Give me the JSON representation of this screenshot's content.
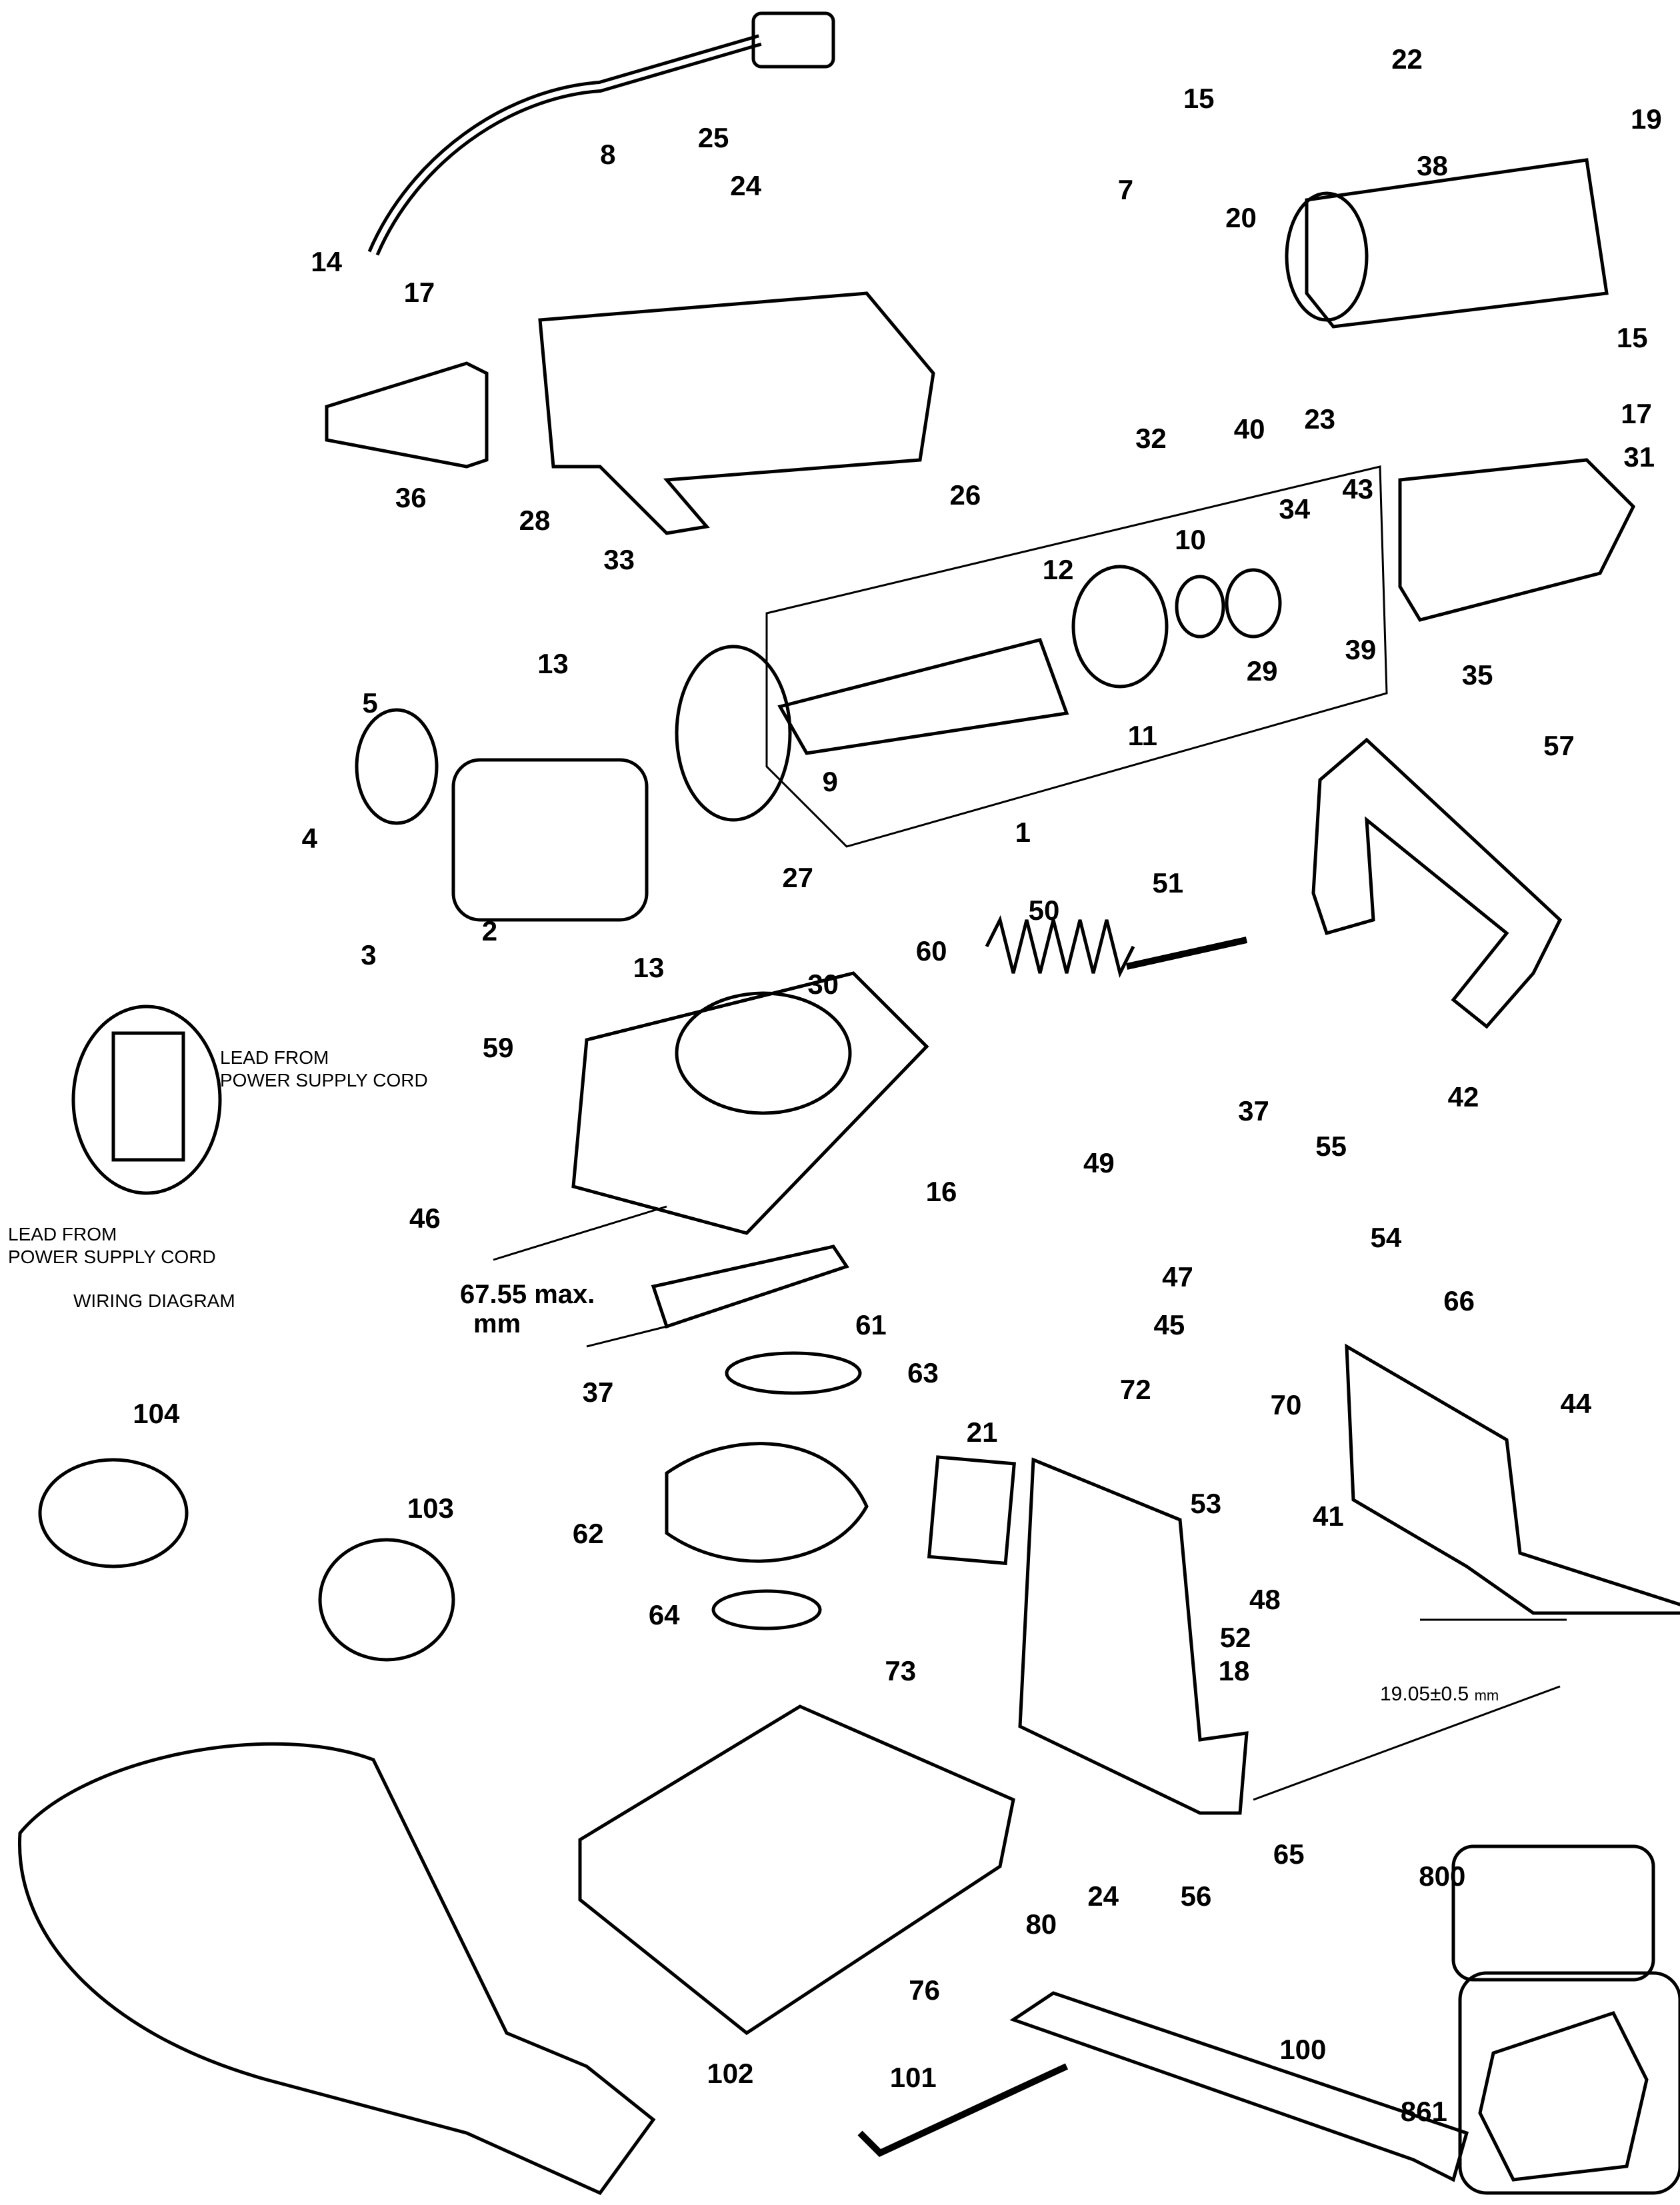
{
  "parts": [
    "8",
    "25",
    "24",
    "14",
    "17",
    "36",
    "28",
    "7",
    "20",
    "15",
    "22",
    "38",
    "19",
    "15",
    "17",
    "23",
    "40",
    "32",
    "31",
    "26",
    "33",
    "34",
    "43",
    "10",
    "12",
    "29",
    "39",
    "35",
    "13",
    "5",
    "9",
    "11",
    "1",
    "27",
    "57",
    "4",
    "2",
    "13",
    "3",
    "60",
    "50",
    "51",
    "30",
    "59",
    "46",
    "16",
    "42",
    "37",
    "55",
    "49",
    "54",
    "47",
    "45",
    "66",
    "61",
    "37",
    "63",
    "72",
    "70",
    "44",
    "104",
    "21",
    "103",
    "62",
    "53",
    "41",
    "64",
    "48",
    "52",
    "18",
    "73",
    "65",
    "24",
    "56",
    "80",
    "76",
    "800",
    "861",
    "100",
    "101",
    "102"
  ],
  "wiring": {
    "lead_top_1": "LEAD FROM",
    "lead_top_2": "POWER SUPPLY CORD",
    "lead_bottom_1": "LEAD FROM",
    "lead_bottom_2": "POWER SUPPLY CORD",
    "title": "WIRING DIAGRAM"
  },
  "dimensions": {
    "depth_value": "67.55 max.",
    "depth_unit": "mm",
    "height_value": "19.05±0.5",
    "height_unit": "mm"
  }
}
